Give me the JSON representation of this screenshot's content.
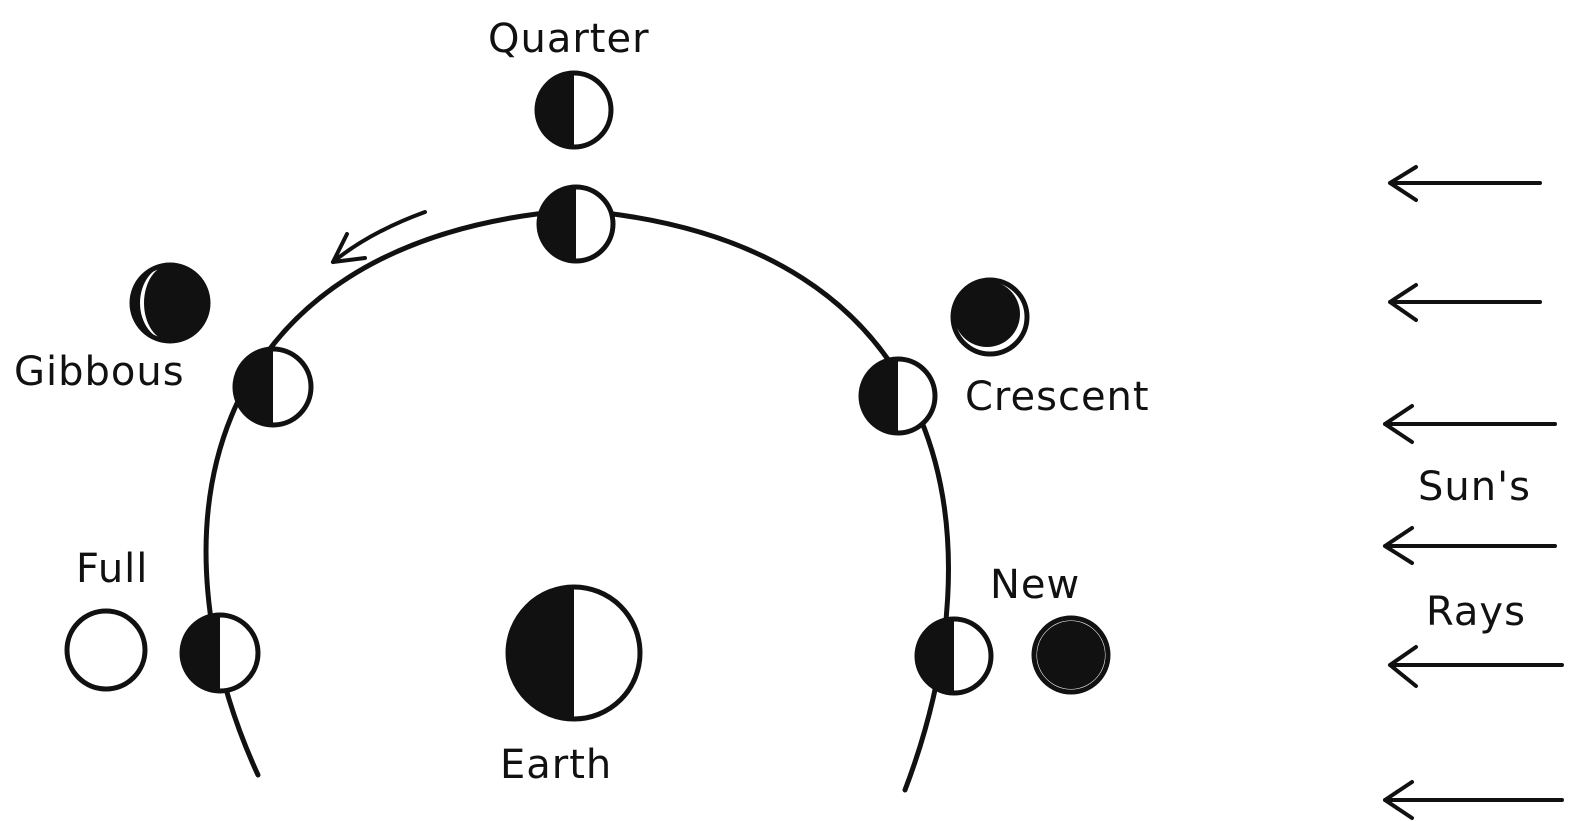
{
  "labels": {
    "quarter": "Quarter",
    "gibbous": "Gibbous",
    "crescent": "Crescent",
    "full": "Full",
    "new": "New",
    "earth": "Earth",
    "suns": "Sun's",
    "rays": "Rays"
  },
  "icons": {
    "moon": "half-lit-moon-icon",
    "earth": "earth-icon",
    "arrow": "left-arrow-icon"
  }
}
